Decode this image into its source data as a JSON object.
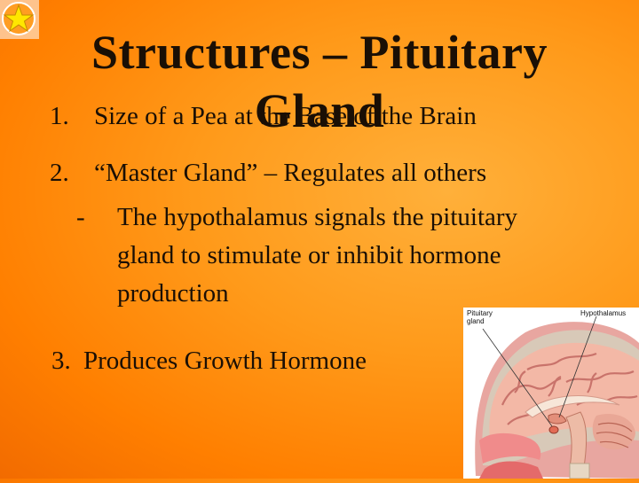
{
  "slide": {
    "title": "Structures – Pituitary Gland",
    "points": [
      {
        "number": "1.",
        "text": "Size of a Pea at the Base of the Brain"
      },
      {
        "number": "2.",
        "text": "“Master Gland” – Regulates all others"
      },
      {
        "number": "3.",
        "text": "Produces Growth Hormone"
      }
    ],
    "sub_point": {
      "marker": "-",
      "lines": [
        "The hypothalamus signals the pituitary",
        "gland to stimulate or inhibit hormone",
        "production"
      ]
    }
  },
  "figure": {
    "label_pituitary": "Pituitary gland",
    "label_hypothalamus": "Hypothalamus"
  },
  "colors": {
    "background": "#ff8c00",
    "text": "#1a0f05",
    "star": "#ffe600"
  }
}
